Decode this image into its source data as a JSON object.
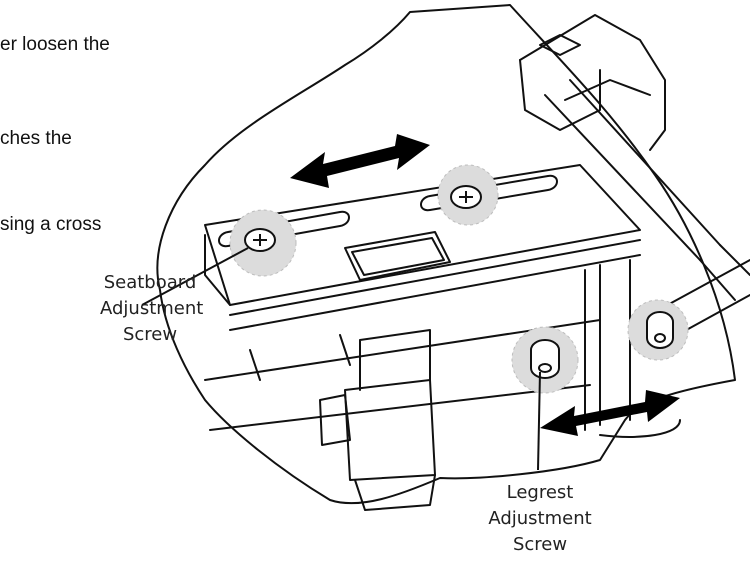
{
  "instructions": [
    "er loosen the",
    "ches the",
    "sing a cross"
  ],
  "callouts": {
    "seatboard": [
      "Seatboard",
      "Adjustment",
      "Screw"
    ],
    "legrest": [
      "Legrest",
      "Adjustment",
      "Screw"
    ]
  },
  "colors": {
    "line": "#111111",
    "screw_highlight": "#dcdcdc",
    "arrow": "#000000"
  },
  "icons": [
    "double-headed-arrow-icon",
    "screw-icon"
  ]
}
